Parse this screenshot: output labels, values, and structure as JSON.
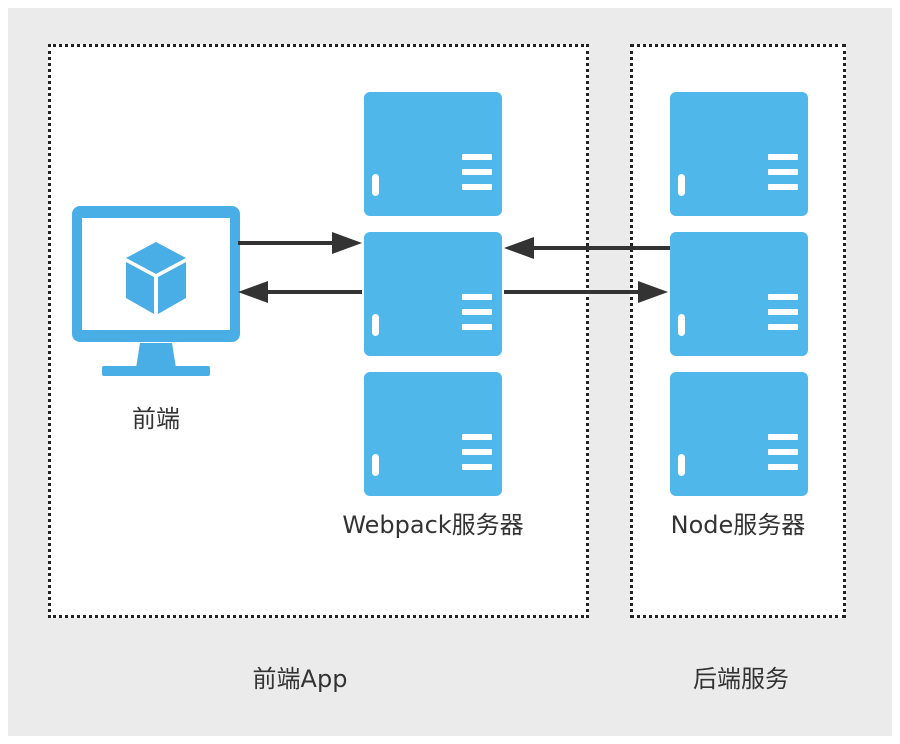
{
  "labels": {
    "frontend": "前端",
    "webpack_server": "Webpack服务器",
    "node_server": "Node服务器",
    "frontend_app": "前端App",
    "backend_service": "后端服务"
  },
  "icons": {
    "client": "monitor-cube-icon",
    "server": "server-icon"
  },
  "colors": {
    "server_blue": "#4fb7e9",
    "monitor_blue": "#4aaee6",
    "arrow": "#333333",
    "background": "#ebebeb",
    "panel": "#ffffff"
  }
}
